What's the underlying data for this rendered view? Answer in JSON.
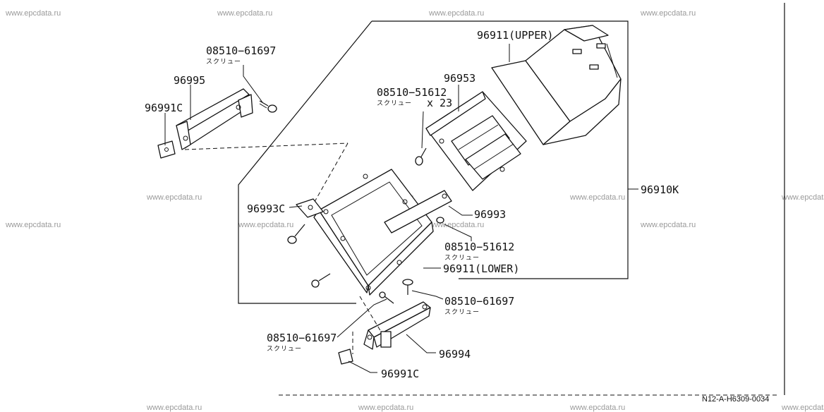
{
  "diagram": {
    "labels": {
      "p1": "08510−61697",
      "p2": "96995",
      "p3": "96991C",
      "p4": "96911(UPPER)",
      "p5": "96953",
      "p6": "08510−51612",
      "p7": "x 23",
      "p8": "96910K",
      "p9": "96993C",
      "p10": "96993",
      "p11": "08510−51612",
      "p12": "96911(LOWER)",
      "p13": "08510−61697",
      "p14": "08510−61697",
      "p15": "96994",
      "p16": "96991C"
    },
    "kana": {
      "k1": "スクリュー",
      "k2": "スクリュー",
      "k3": "スクリュー",
      "k4": "スクリュー",
      "k5": "スクリュー"
    },
    "watermark": "www.epcdata.ru",
    "drawing_code": "N12-A-H6309-0034"
  }
}
